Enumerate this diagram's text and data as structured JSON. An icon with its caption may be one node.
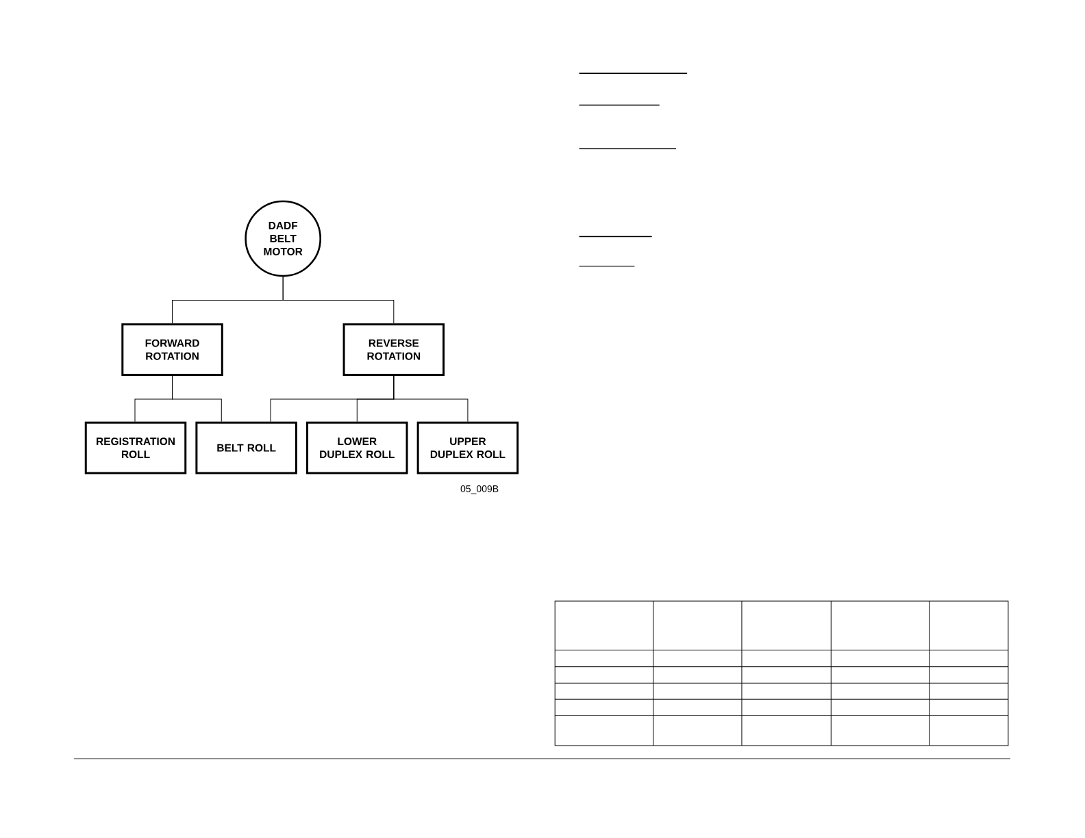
{
  "diagram": {
    "nodes": [
      {
        "text": [
          "DADF BELT MOTOR"
        ]
      },
      {
        "text": [
          "FORWARD ROTATION"
        ]
      },
      {
        "text": [
          "REVERSE ROTATION"
        ]
      },
      {
        "text": [
          "REGISTRATION ROLL"
        ]
      },
      {
        "text": [
          "BELT ROLL"
        ]
      },
      {
        "text": [
          "LOWER DUPLEX ROLL"
        ]
      },
      {
        "text": [
          "UPPER DUPLEX ROLL"
        ]
      }
    ],
    "edges": [
      {
        "from": 0,
        "to": 1,
        "arrow": "none"
      },
      {
        "from": 0,
        "to": 2,
        "arrow": "none"
      },
      {
        "from": 1,
        "to": 3,
        "arrow": "none"
      },
      {
        "from": 1,
        "to": 4,
        "arrow": "none"
      },
      {
        "from": 2,
        "to": 4,
        "arrow": "none"
      },
      {
        "from": 2,
        "to": 5,
        "arrow": "none"
      },
      {
        "from": 2,
        "to": 6,
        "arrow": "none"
      }
    ],
    "labels": [
      "05_009B"
    ]
  }
}
